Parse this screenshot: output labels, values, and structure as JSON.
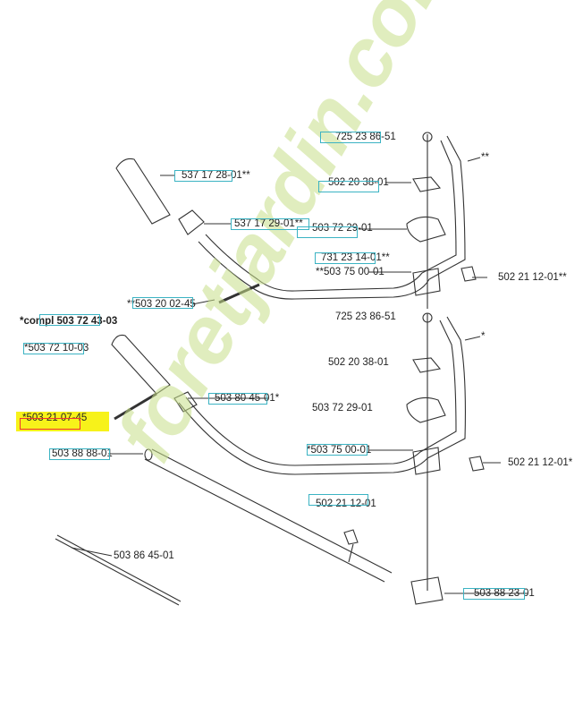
{
  "watermark": "foretjardin.com",
  "labels": {
    "p1": "725 23 86-51",
    "p2": "537 17 28-01**",
    "p3": "502 20 38-01",
    "p4": "537 17 29-01**",
    "p5": "503 72 29-01",
    "p6": "731 23 14-01**",
    "p7": "**503 75 00-01",
    "p8": "502 21 12-01**",
    "p9": "**503 20 02-45",
    "p10": "*compl 503 72 43-03",
    "p11": "*503 72 10-03",
    "p12": "725 23 86-51",
    "p13": "502 20 38-01",
    "p14": "503 80 45-01*",
    "p15": "503 72 29-01",
    "p16": "*503 21 07-45",
    "p17": "503 88 88-01",
    "p18": "*503 75 00-01",
    "p19": "502 21 12-01*",
    "p20": "502 21 12-01",
    "p21": "503 86 45-01",
    "p22": "503 88 23-01",
    "star2": "**",
    "star1": "*"
  },
  "colors": {
    "hotspot": "#3bb3c3",
    "selected": "#e33333",
    "highlight": "#f7f21a",
    "wm_green": "#c8e08a",
    "wm_orange": "#f4b77a"
  }
}
